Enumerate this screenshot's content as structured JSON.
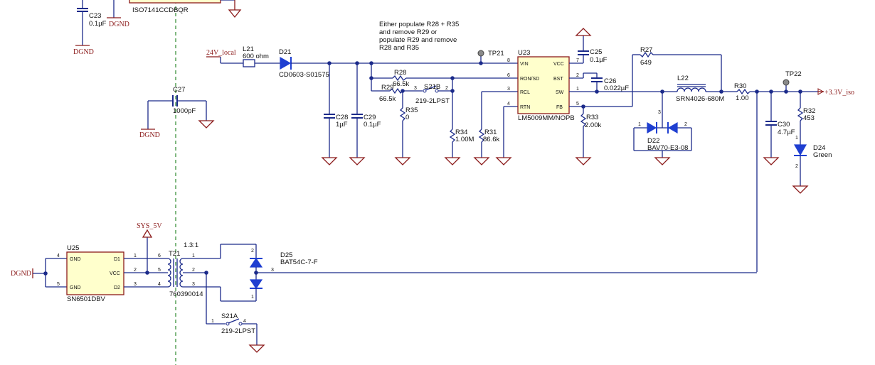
{
  "components": {
    "u_top": "ISO7141CCDBQR",
    "c23": {
      "ref": "C23",
      "value": "0.1µF"
    },
    "c27": {
      "ref": "C27",
      "value": "1000pF"
    },
    "l21": {
      "ref": "L21",
      "value": "600 ohm"
    },
    "d21": {
      "ref": "D21",
      "value": "CD0603-S01575"
    },
    "c28": {
      "ref": "C28",
      "value": "1µF"
    },
    "c29": {
      "ref": "C29",
      "value": "0.1µF"
    },
    "r28": {
      "ref": "R28",
      "value": "66.5k"
    },
    "r29": {
      "ref": "R29",
      "value": "66.5k"
    },
    "r35": {
      "ref": "R35",
      "value": "0"
    },
    "s21b": {
      "ref": "S21B",
      "value": "219-2LPST"
    },
    "r34": {
      "ref": "R34",
      "value": "1.00M"
    },
    "r31": {
      "ref": "R31",
      "value": "86.6k"
    },
    "tp21": "TP21",
    "u23": {
      "ref": "U23",
      "value": "LM5009MM/NOPB",
      "pins": {
        "vin": "VIN",
        "ron": "RON/SD",
        "rcl": "RCL",
        "rtn": "RTN",
        "vcc": "VCC",
        "bst": "BST",
        "sw": "SW",
        "fb": "FB"
      }
    },
    "c25": {
      "ref": "C25",
      "value": "0.1µF"
    },
    "c26": {
      "ref": "C26",
      "value": "0.022µF"
    },
    "r27": {
      "ref": "R27",
      "value": "649"
    },
    "r33": {
      "ref": "R33",
      "value": "2.00k"
    },
    "l22": {
      "ref": "L22",
      "value": "SRN4026-680M"
    },
    "d22": {
      "ref": "D22",
      "value": "BAV70-E3-08"
    },
    "r30": {
      "ref": "R30",
      "value": "1.00"
    },
    "tp22": "TP22",
    "c30": {
      "ref": "C30",
      "value": "4.7µF"
    },
    "r32": {
      "ref": "R32",
      "value": "453"
    },
    "d24": {
      "ref": "D24",
      "value": "Green"
    },
    "u25": {
      "ref": "U25",
      "value": "SN6501DBV",
      "pins": {
        "gnd": "GND",
        "d1": "D1",
        "vcc": "VCC",
        "d2": "D2"
      }
    },
    "t21": {
      "ref": "T21",
      "ratio": "1.3:1",
      "value": "760390014"
    },
    "d25": {
      "ref": "D25",
      "value": "BAT54C-7-F"
    },
    "s21a": {
      "ref": "S21A",
      "value": "219-2LPST"
    }
  },
  "nets": {
    "dgnd": "DGND",
    "v24": "24V_local",
    "sys5v": "SYS_5V",
    "v33": "+3.3V_iso"
  },
  "note": [
    "Either populate R28 + R35",
    "and remove R29 or",
    "populate R29 and remove",
    "R28 and R35"
  ],
  "pins": {
    "p1": "1",
    "p2": "2",
    "p3": "3",
    "p4": "4",
    "p5": "5",
    "p6": "6",
    "p7": "7",
    "p8": "8"
  }
}
